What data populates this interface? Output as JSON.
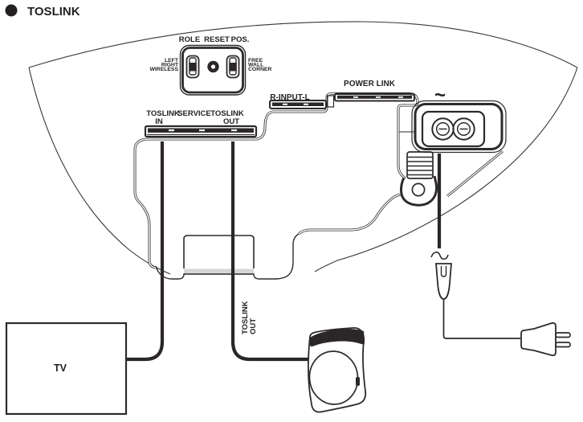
{
  "colors": {
    "title": "#1d3a5c",
    "tv": "#35465c",
    "line": "#2d2a2b"
  },
  "header": {
    "title": "TOSLINK"
  },
  "switch_panel": {
    "role": "ROLE",
    "reset": "RESET",
    "pos": "POS.",
    "left": [
      "LEFT",
      "RIGHT",
      "WIRELESS"
    ],
    "right": [
      "FREE",
      "WALL",
      "CORNER"
    ]
  },
  "ports": {
    "toslink_in": [
      "TOSLINK",
      "IN"
    ],
    "service": "SERVICE",
    "toslink_out": [
      "TOSLINK",
      "OUT"
    ],
    "r_input": "R-INPUT-L",
    "power_link": "POWER LINK",
    "ac": "~"
  },
  "cable_label": [
    "TOSLINK",
    "OUT"
  ],
  "tv": {
    "label": "TV"
  }
}
